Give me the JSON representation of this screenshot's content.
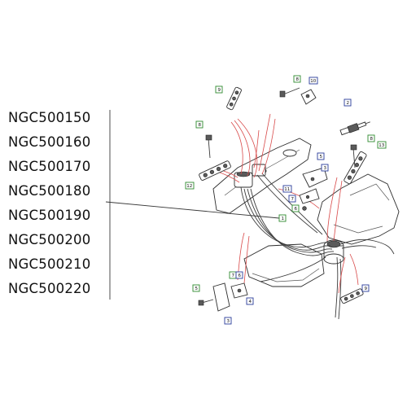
{
  "part_numbers": [
    "NGC500150",
    "NGC500160",
    "NGC500170",
    "NGC500180",
    "NGC500190",
    "NGC500200",
    "NGC500210",
    "NGC500220"
  ],
  "callouts": [
    {
      "label": "9",
      "color": "green"
    },
    {
      "label": "8",
      "color": "green"
    },
    {
      "label": "10",
      "color": "blue"
    },
    {
      "label": "2",
      "color": "blue"
    },
    {
      "label": "8",
      "color": "green"
    },
    {
      "label": "8",
      "color": "green"
    },
    {
      "label": "13",
      "color": "green"
    },
    {
      "label": "5",
      "color": "blue"
    },
    {
      "label": "3",
      "color": "blue"
    },
    {
      "label": "12",
      "color": "green"
    },
    {
      "label": "11",
      "color": "blue"
    },
    {
      "label": "7",
      "color": "blue"
    },
    {
      "label": "6",
      "color": "green"
    },
    {
      "label": "1",
      "color": "green"
    },
    {
      "label": "5",
      "color": "green"
    },
    {
      "label": "7",
      "color": "green"
    },
    {
      "label": "6",
      "color": "blue"
    },
    {
      "label": "4",
      "color": "blue"
    },
    {
      "label": "3",
      "color": "blue"
    },
    {
      "label": "9",
      "color": "blue"
    }
  ]
}
